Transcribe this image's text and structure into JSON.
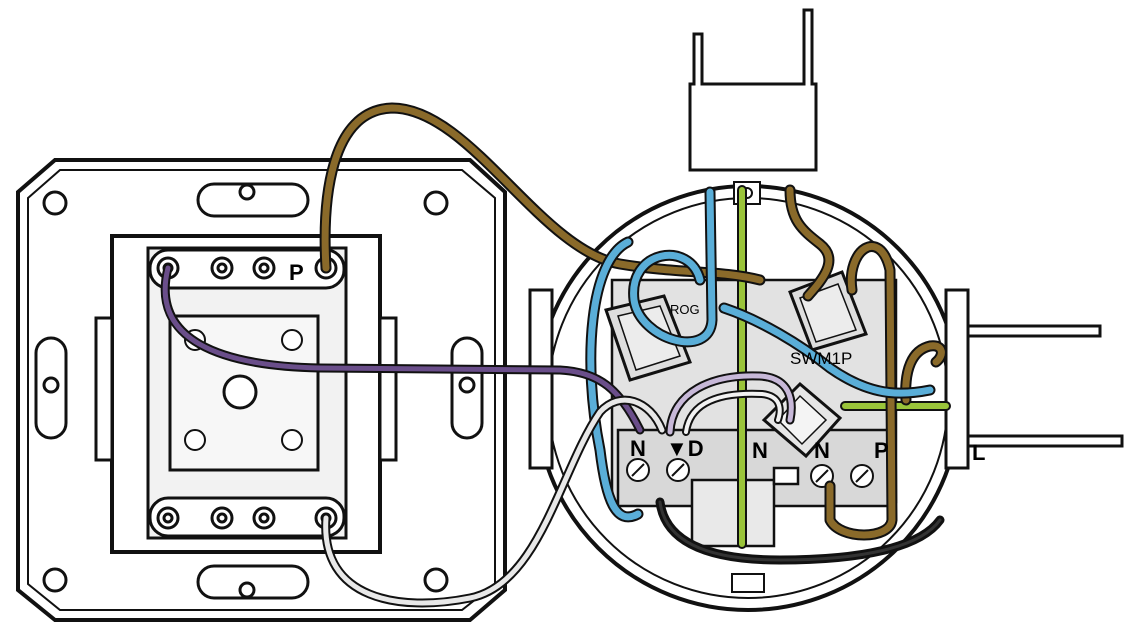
{
  "labels": {
    "switch_p": "P",
    "rog": "ROG",
    "swm1p": "SWM1P",
    "term_n1": "N",
    "term_d": "▼D",
    "term_n2": "N",
    "term_n3": "N",
    "term_p": "P",
    "term_l": "L"
  },
  "colors": {
    "brown": "#8a6a2a",
    "blue": "#5aaed8",
    "purple": "#6a4e8a",
    "white_wire": "#d0d0d0",
    "green_yellow": "#9ac43a",
    "black_wire": "#111111"
  }
}
